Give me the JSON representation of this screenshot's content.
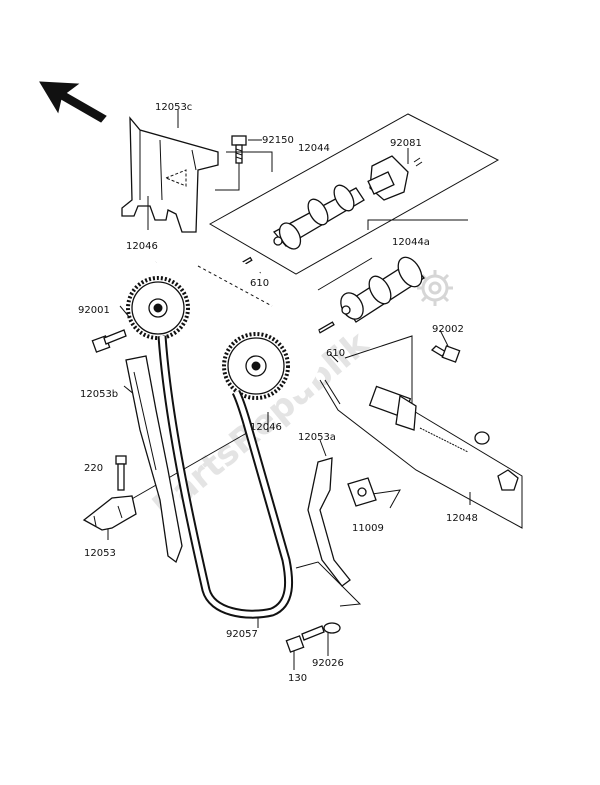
{
  "watermark": "PartsRepublik",
  "labels": {
    "p12053c": "12053c",
    "p92150": "92150",
    "p12044": "12044",
    "p92081": "92081",
    "p12046_top": "12046",
    "p610_top": "610",
    "p12044a": "12044a",
    "p92001": "92001",
    "p92002": "92002",
    "p610_mid": "610",
    "p12053b": "12053b",
    "p12046_mid": "12046",
    "p12053a": "12053a",
    "p220": "220",
    "p11009": "11009",
    "p12048": "12048",
    "p12053": "12053",
    "p92057": "92057",
    "p92026": "92026",
    "p130": "130"
  },
  "icons": {
    "direction_arrow": "front-direction-arrow-icon",
    "gear_logo": "gear-watermark-icon"
  }
}
